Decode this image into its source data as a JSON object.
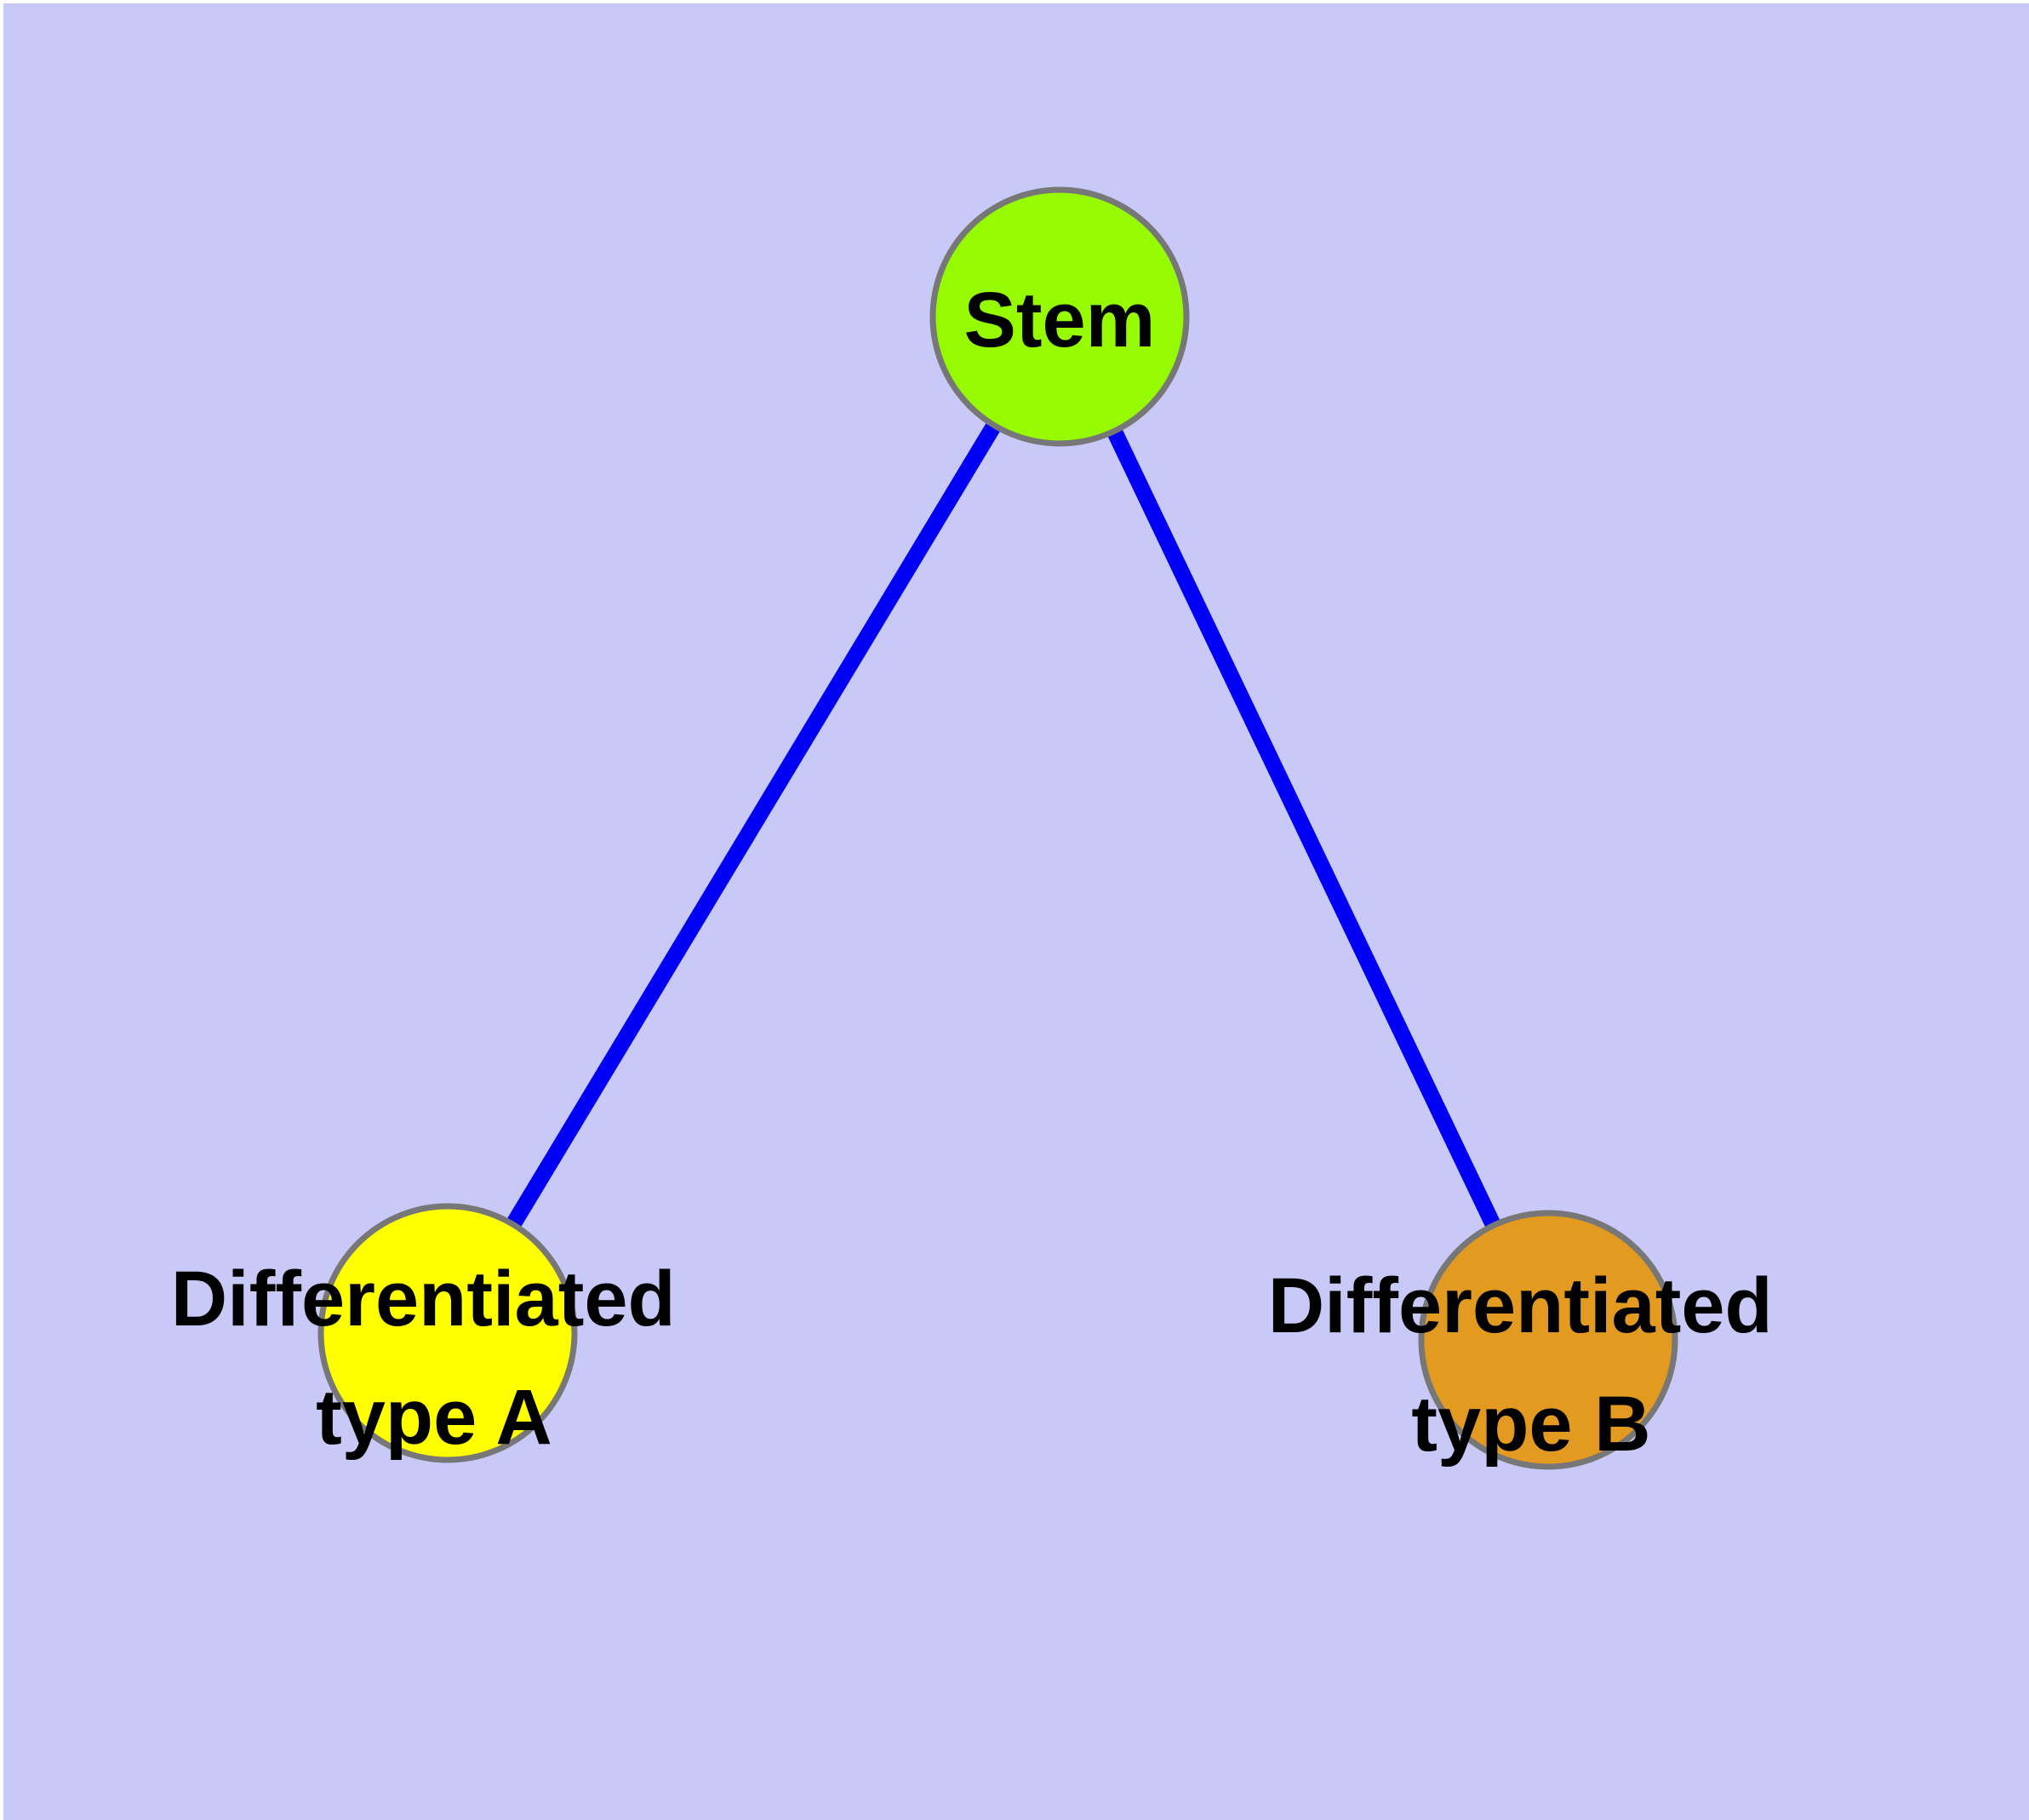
{
  "diagram": {
    "type": "graph",
    "background_color": "#C9C9F8",
    "page_margin_color": "#FFFFFF",
    "edge_color": "#0000F5",
    "node_border_color": "#777777",
    "text_color": "#000000",
    "nodes": [
      {
        "id": "stem",
        "label": "Stem",
        "label_line1": "Stem",
        "label_line2": "",
        "fill": "#96FA00",
        "position": "top-center"
      },
      {
        "id": "type-a",
        "label": "Differentiated type A",
        "label_line1": "Differentiated",
        "label_line2": "type A",
        "fill": "#FFFF00",
        "position": "bottom-left"
      },
      {
        "id": "type-b",
        "label": "Differentiated type B",
        "label_line1": "Differentiated",
        "label_line2": "type B",
        "fill": "#E39A20",
        "position": "bottom-right"
      }
    ],
    "edges": [
      {
        "from": "stem",
        "to": "type-a"
      },
      {
        "from": "stem",
        "to": "type-b"
      }
    ]
  }
}
